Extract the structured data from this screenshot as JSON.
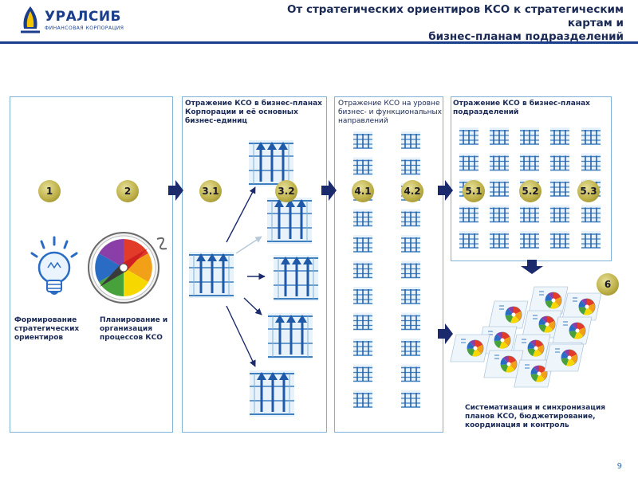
{
  "header": {
    "logo_name": "УРАЛСИБ",
    "logo_subtitle": "ФИНАНСОВАЯ КОРПОРАЦИЯ",
    "title_line1": "От стратегических ориентиров КСО к стратегическим картам и",
    "title_line2": "бизнес-планам подразделений"
  },
  "panels": {
    "p3_caption": "Отражение КСО в бизнес-планах Корпорации и её основных бизнес-единиц",
    "p4_caption": "Отражение КСО на уровне бизнес- и функциональных направлений",
    "p5_caption": "Отражение КСО в бизнес-планах подразделений",
    "p6_caption": "Систематизация и синхронизация планов КСО, бюджетирование, координация и контроль"
  },
  "steps": [
    "1",
    "2",
    "3.1",
    "3.2",
    "4.1",
    "4.2",
    "5.1",
    "5.2",
    "5.3",
    "6"
  ],
  "step_labels": {
    "step1": "Формирование стратегических ориентиров",
    "step2": "Планирование и организация процессов КСО"
  },
  "page_number": "9",
  "colors": {
    "brand_blue": "#1a3e8c",
    "panel_border": "#7fb2d6",
    "circle_gold": "#bfb24a",
    "arrow_navy": "#1a2a6c"
  },
  "icons": [
    "lightbulb-icon",
    "compass-icon",
    "chart-icon",
    "arrow-icon"
  ]
}
